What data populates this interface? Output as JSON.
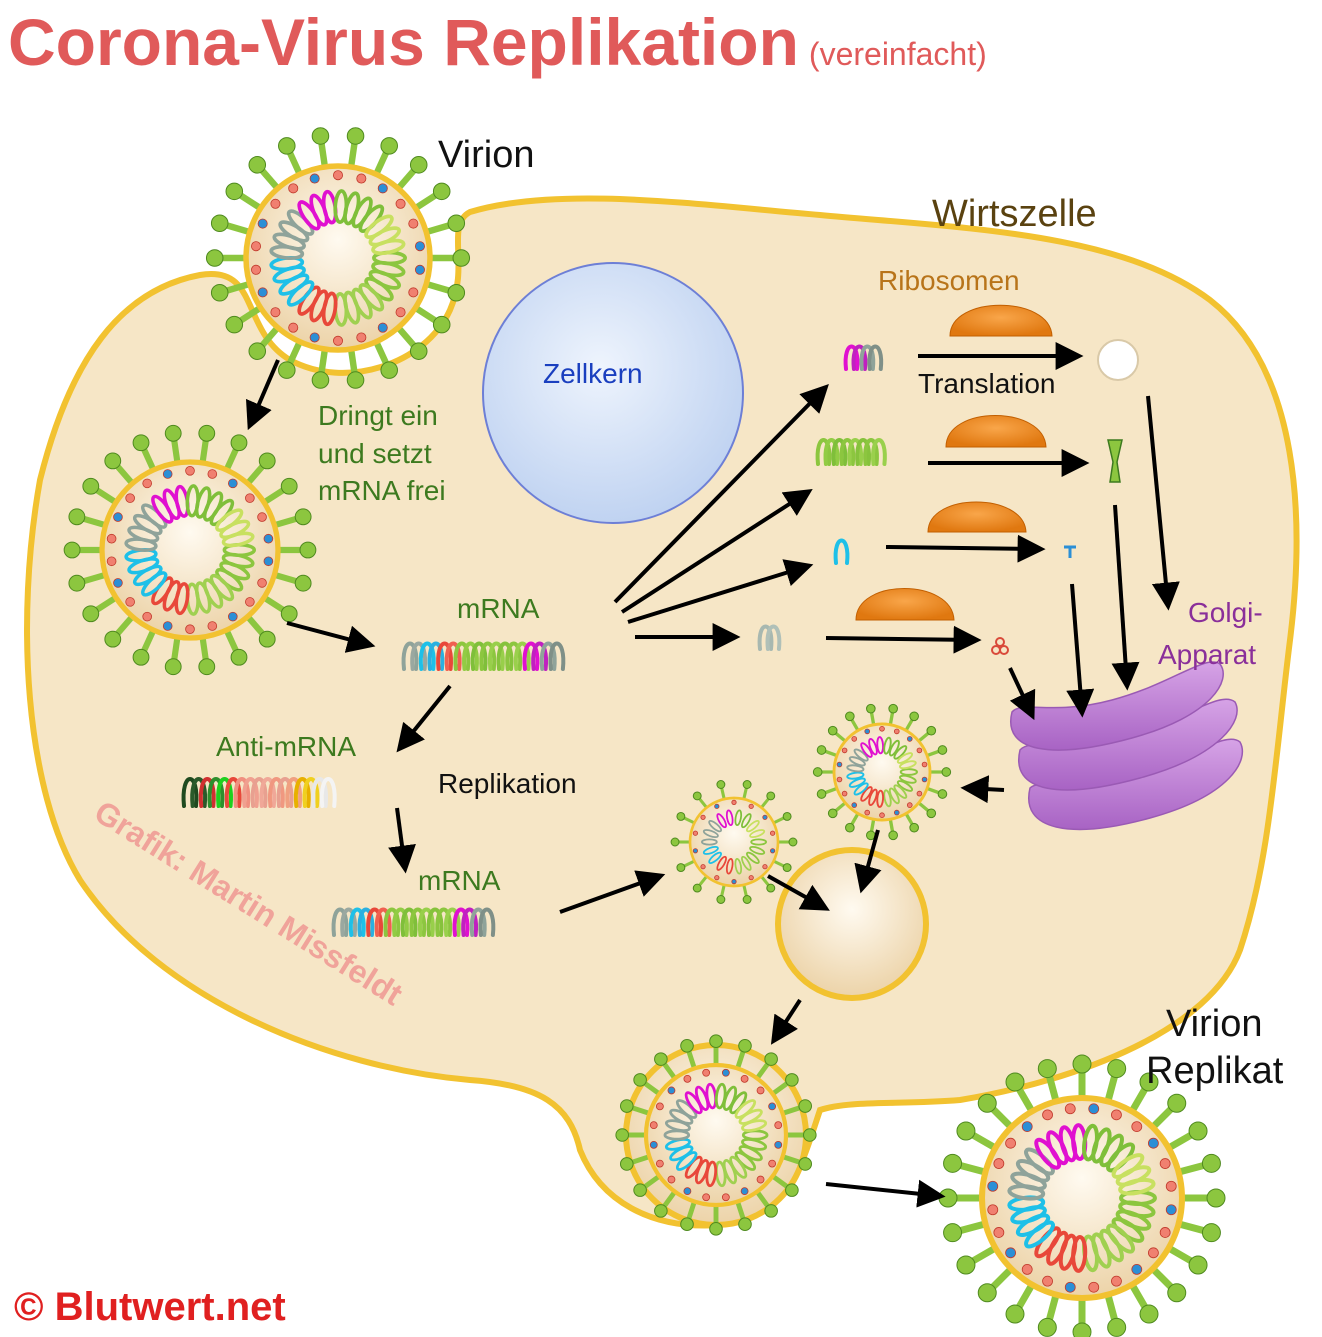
{
  "title": "Corona-Virus Replikation",
  "subtitle": "(vereinfacht)",
  "labels": {
    "virion": "Virion",
    "wirtszelle": "Wirtszelle",
    "ribosomen": "Ribosomen",
    "zellkern": "Zellkern",
    "translation": "Translation",
    "dringt_line1": "Dringt ein",
    "dringt_line2": "und setzt",
    "dringt_line3": "mRNA frei",
    "mrna_top": "mRNA",
    "golgi_line1": "Golgi-",
    "golgi_line2": "Apparat",
    "anti_mrna": "Anti-mRNA",
    "replikation": "Replikation",
    "mrna_bottom": "mRNA",
    "virion_replikat_line1": "Virion",
    "virion_replikat_line2": "Replikat",
    "watermark": "Grafik: Martin Missfeldt",
    "copyright": "© Blutwert.net"
  },
  "colors": {
    "title": "#e05a5a",
    "cell_fill": "#f6e6c6",
    "cell_border": "#f2c230",
    "nucleus_fill": "#cfe0f7",
    "nucleus_border": "#6d7fd6",
    "ribosome": "#f08a1c",
    "golgi": "#b77bd1",
    "spike": "#8cc63f",
    "green_text": "#3d7a1f",
    "brown_text": "#5a4210",
    "orange_text": "#b8741a",
    "purple_text": "#8a2f9a",
    "blue_text": "#1a3fbf",
    "watermark": "#f0a39a"
  }
}
